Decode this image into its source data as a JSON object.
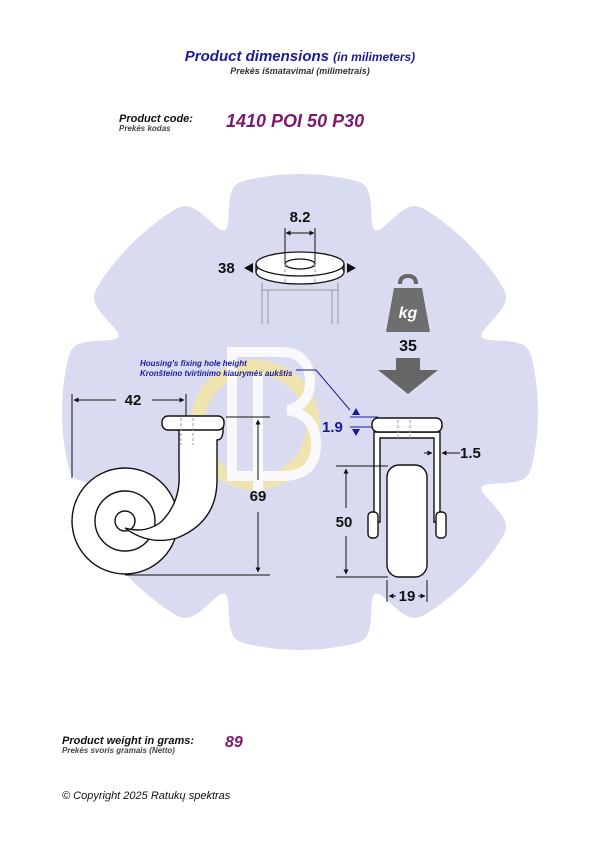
{
  "header": {
    "title": "Product dimensions",
    "title_unit": "(in milimeters)",
    "subtitle": "Prekės išmatavimai (milimetrais)"
  },
  "product": {
    "code_label": "Product code:",
    "code_label_sub": "Prekės kodas",
    "code": "1410 POI 50 P30"
  },
  "diagram": {
    "load_icon_label": "kg",
    "load_value": "35",
    "hole_note_line1": "Housing's fixing hole height",
    "hole_note_line2": "Kronšteino tvirtinimo kiaurymės aukštis",
    "dim_hole_diameter": "8.2",
    "dim_top_plate_diameter": "38",
    "dim_offset": "42",
    "dim_total_height": "69",
    "dim_hole_height": "1.9",
    "dim_plate_thickness": "1.5",
    "dim_wheel_diameter": "50",
    "dim_wheel_width": "19"
  },
  "weight": {
    "label": "Product weight in grams:",
    "label_sub": "Prekės svoris gramais (Netto)",
    "value": "89"
  },
  "footer": {
    "copyright": "© Copyright 2025 Ratukų spektras"
  },
  "colors": {
    "title": "#1a1a9a",
    "accent": "#7a1a6e",
    "annotation": "#1a1a9a",
    "background_gear": "#d9dcf0",
    "load_arrow": "#666666",
    "watermark_yellow": "#f5e7a8"
  }
}
